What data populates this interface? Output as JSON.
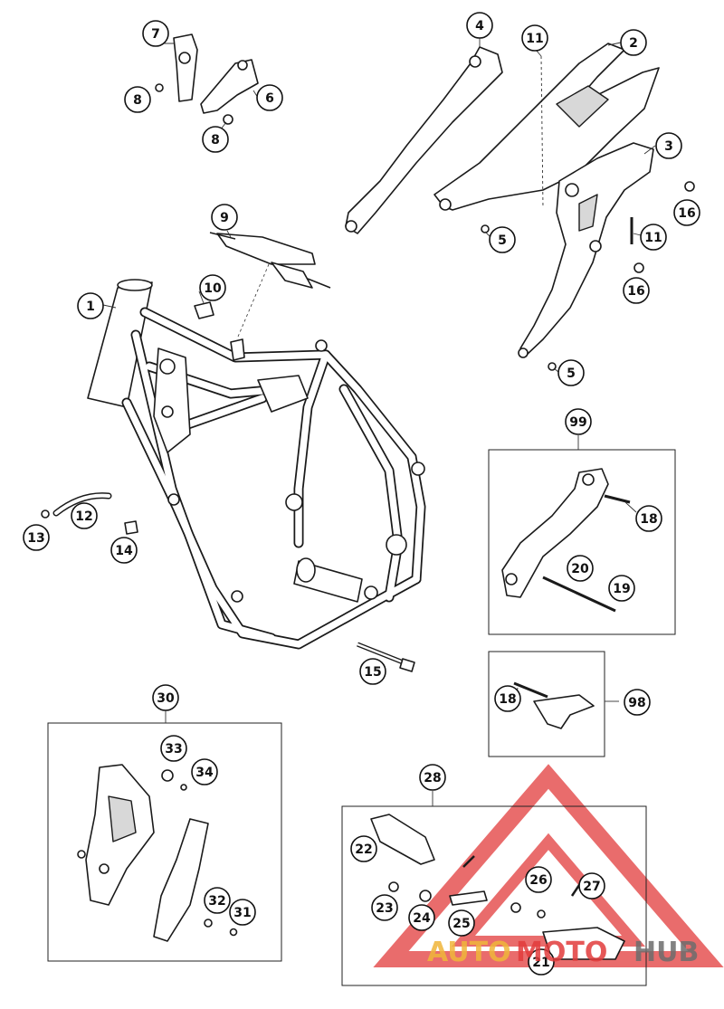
{
  "callouts": [
    "1",
    "2",
    "3",
    "4",
    "5",
    "5",
    "6",
    "7",
    "8",
    "8",
    "9",
    "10",
    "11",
    "11",
    "12",
    "13",
    "14",
    "15",
    "16",
    "16",
    "18",
    "18",
    "19",
    "20",
    "21",
    "22",
    "23",
    "24",
    "25",
    "26",
    "27",
    "28",
    "30",
    "31",
    "32",
    "33",
    "34",
    "98",
    "99"
  ],
  "watermark": {
    "prefix": "AUTO",
    "middle": "MOTO",
    "suffix": "HUB"
  },
  "colors": {
    "watermark_red": "#e23b3b",
    "watermark_gold": "#f0b63a",
    "watermark_grey": "#6d6d6d",
    "line": "#1a1a1a"
  }
}
